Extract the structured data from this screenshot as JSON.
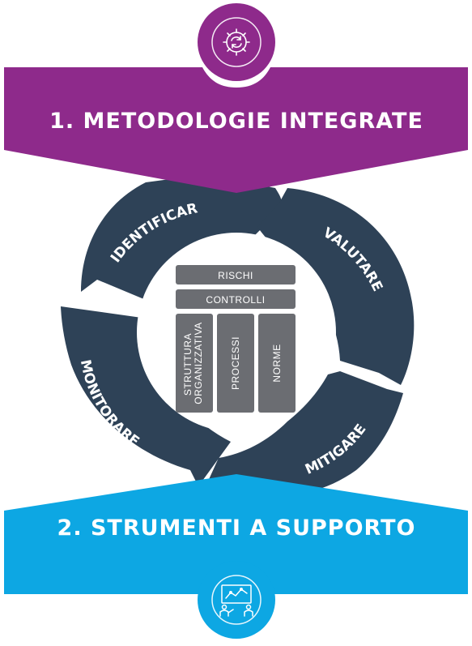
{
  "top_banner": {
    "title": "1. METODOLOGIE INTEGRATE",
    "color": "#8e2a8b",
    "icon": "gear-cycle-icon"
  },
  "bottom_banner": {
    "title": "2. STRUMENTI A SUPPORTO",
    "color": "#0da7e3",
    "icon": "presentation-board-icon"
  },
  "cycle": {
    "color": "#2e4257",
    "phases": {
      "identificare": "IDENTIFICARE",
      "valutare": "VALUTARE",
      "mitigare": "MITIGARE",
      "monitorare": "MONITORARE"
    }
  },
  "center": {
    "box_color": "#6b6d72",
    "rischi": "RISCHI",
    "controlli": "CONTROLLI",
    "struttura_line1": "STRUTTURA",
    "struttura_line2": "ORGANIZZATIVA",
    "processi": "PROCESSI",
    "norme": "NORME"
  }
}
